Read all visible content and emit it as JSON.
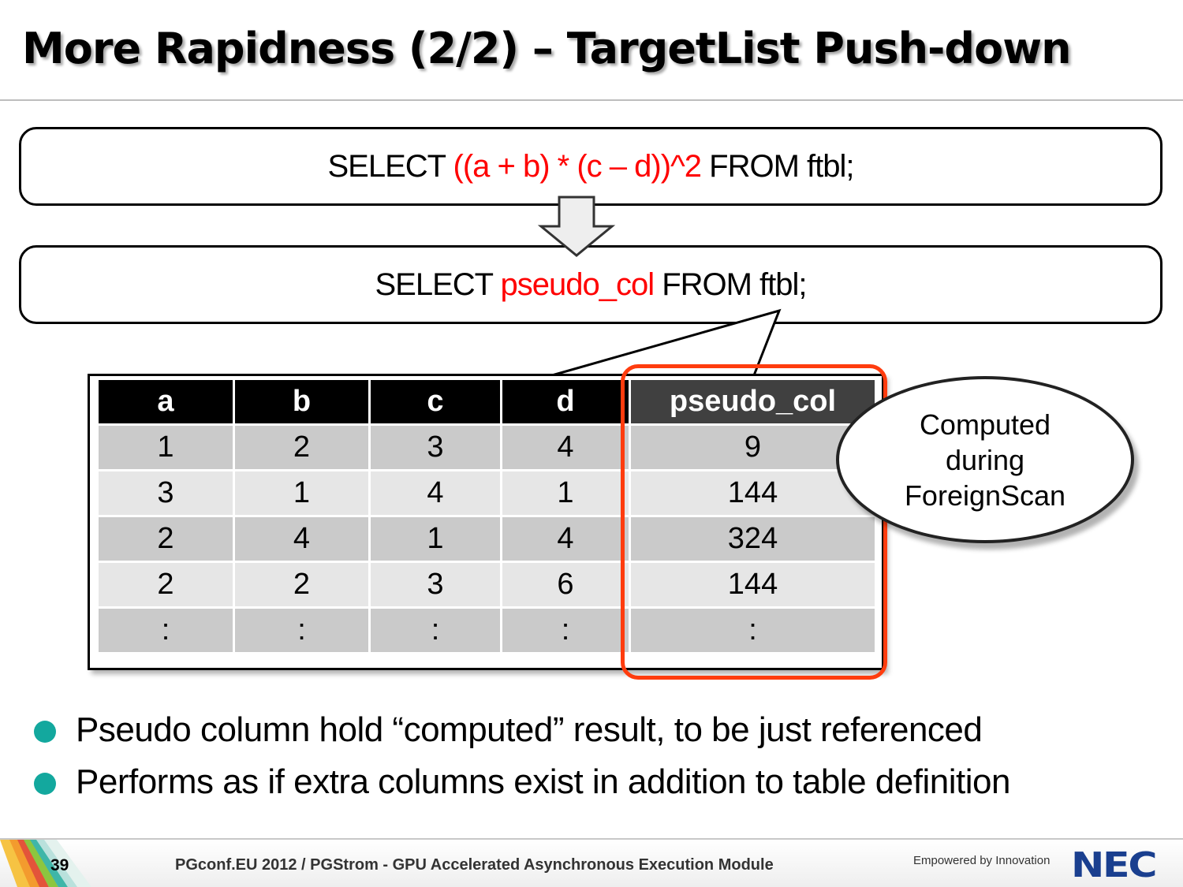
{
  "title": "More Rapidness (2/2) – TargetList Push-down",
  "query_original": {
    "prefix": "SELECT ",
    "highlight": "((a + b) * (c – d))^2",
    "suffix": " FROM ftbl;"
  },
  "query_rewritten": {
    "prefix": "SELECT ",
    "highlight": "pseudo_col",
    "suffix": " FROM ftbl;"
  },
  "table": {
    "headers": [
      "a",
      "b",
      "c",
      "d",
      "pseudo_col"
    ],
    "rows": [
      [
        "1",
        "2",
        "3",
        "4",
        "9"
      ],
      [
        "3",
        "1",
        "4",
        "1",
        "144"
      ],
      [
        "2",
        "4",
        "1",
        "4",
        "324"
      ],
      [
        "2",
        "2",
        "3",
        "6",
        "144"
      ],
      [
        ":",
        ":",
        ":",
        ":",
        ":"
      ]
    ]
  },
  "callout": {
    "lines": [
      "Computed",
      "during",
      "ForeignScan"
    ]
  },
  "bullets": [
    "Pseudo column hold “computed” result, to be just referenced",
    "Performs as if extra columns exist in addition to table definition"
  ],
  "footer": {
    "page_number": "39",
    "text": "PGconf.EU 2012 / PGStrom - GPU Accelerated Asynchronous Execution Module",
    "tagline": "Empowered by Innovation",
    "logo": "NEC"
  },
  "colors": {
    "highlight_text": "#ff0000",
    "highlight_box": "#ff3c0e",
    "bullet": "#13a89e",
    "logo": "#1a3f8f"
  }
}
